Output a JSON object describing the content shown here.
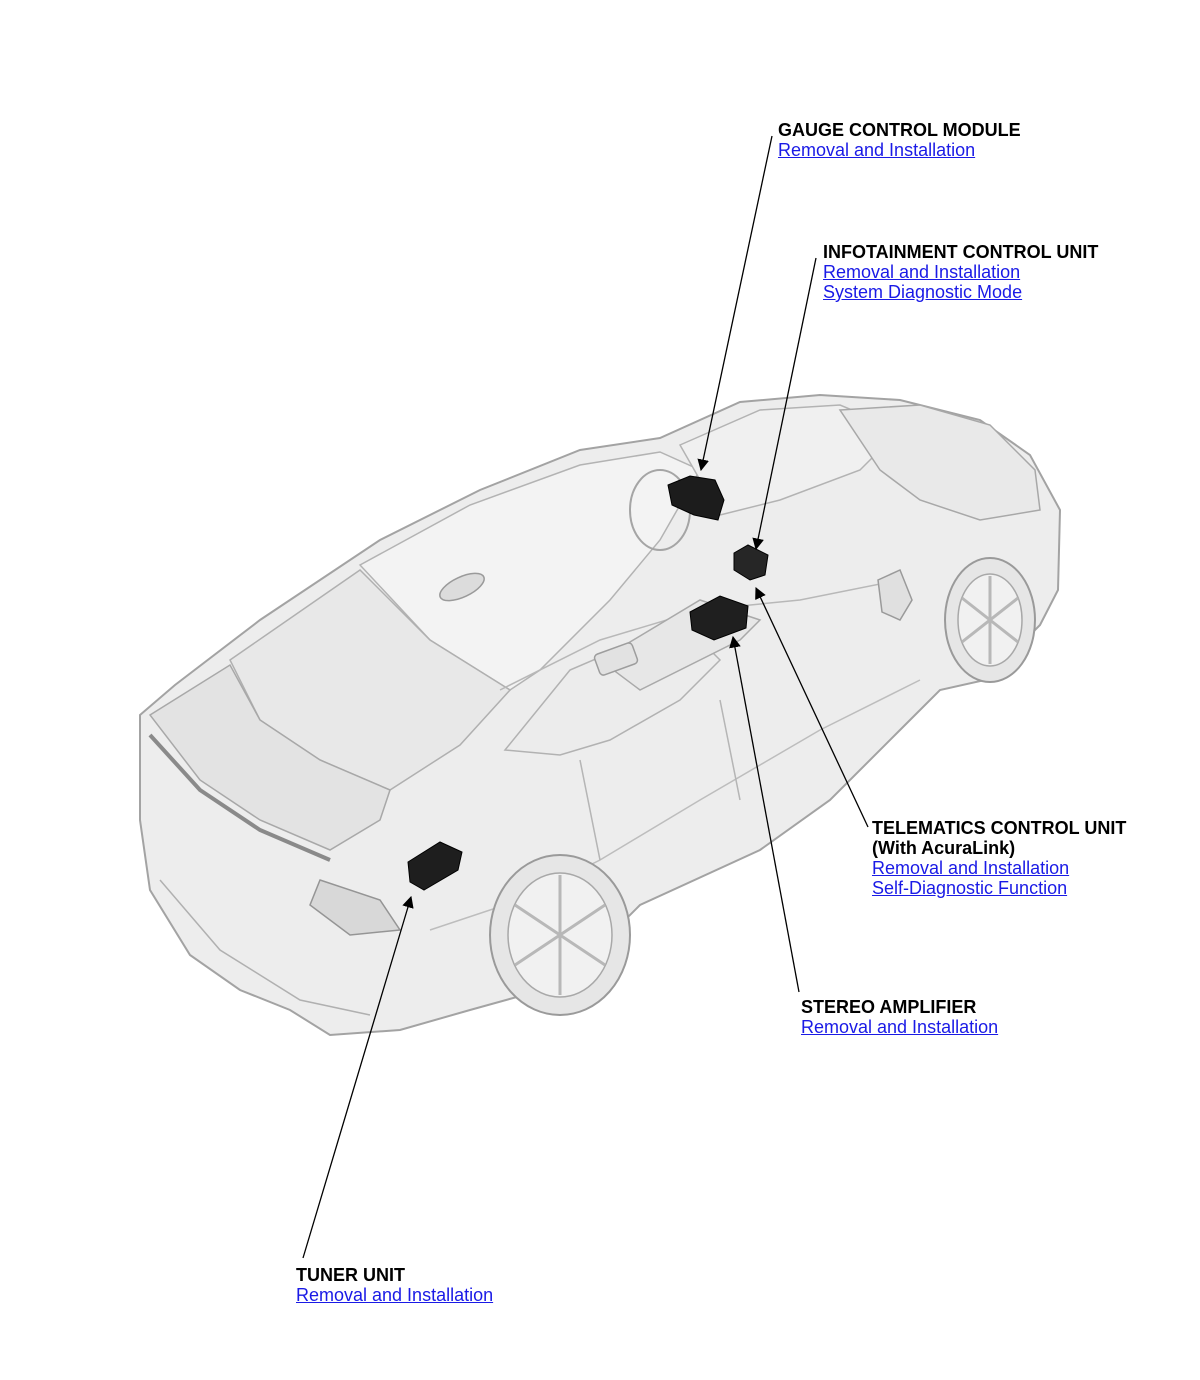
{
  "callouts": {
    "gauge": {
      "title": "GAUGE CONTROL MODULE",
      "links": [
        "Removal and Installation"
      ]
    },
    "infotainment": {
      "title": "INFOTAINMENT CONTROL UNIT",
      "links": [
        "Removal and Installation",
        "System Diagnostic Mode"
      ]
    },
    "telematics": {
      "title": "TELEMATICS CONTROL UNIT",
      "subtitle": "(With AcuraLink)",
      "links": [
        "Removal and Installation",
        "Self-Diagnostic Function"
      ]
    },
    "stereo": {
      "title": "STEREO AMPLIFIER",
      "links": [
        "Removal and Installation"
      ]
    },
    "tuner": {
      "title": "TUNER UNIT",
      "links": [
        "Removal and Installation"
      ]
    }
  },
  "colors": {
    "link": "#1a1ae6",
    "text": "#000000",
    "car_body": "#ececec",
    "car_line": "#9c9c9c",
    "component": "#1c1c1c"
  }
}
